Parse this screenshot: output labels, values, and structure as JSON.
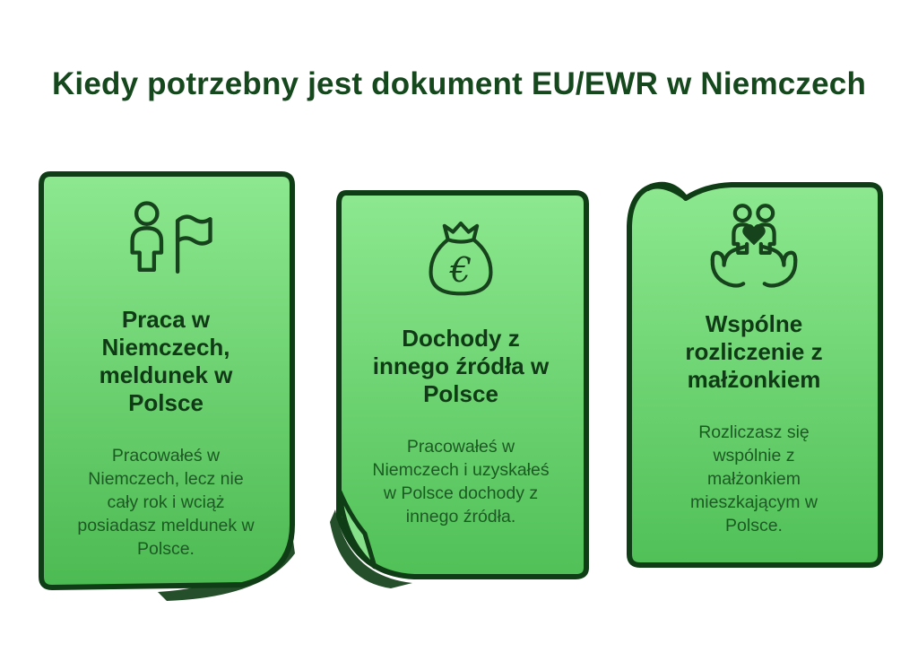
{
  "title": {
    "text": "Kiedy potrzebny jest dokument EU/EWR w Niemczech"
  },
  "colors": {
    "page_background": "#FFFFFF",
    "title_text": "#15481D",
    "card_border": "#0F3D15",
    "card_gradient_top": "#8DE88F",
    "card_gradient_bottom": "#50C057",
    "card_heading_text": "#0F3A15",
    "card_body_text": "#1C5A23"
  },
  "cards": [
    {
      "icon": "person-with-flag-icon",
      "fold": "bottom-right-curl",
      "heading": "Praca w Niemczech, meldunek w Polsce",
      "body": "Pracowałeś w Niemczech, lecz nie cały rok i wciąż posiadasz meldunek w Polsce."
    },
    {
      "icon": "money-bag-euro-icon",
      "fold": "bottom-left-curl",
      "heading": "Dochody z innego źródła w Polsce",
      "body": "Pracowałeś w Niemczech i uzyskałeś w Polsce dochody z innego źródła."
    },
    {
      "icon": "hands-holding-couple-heart-icon",
      "fold": "top-left-curl",
      "heading": "Wspólne rozliczenie z małżonkiem",
      "body": "Rozliczasz się wspólnie z małżonkiem mieszkającym w Polsce."
    }
  ],
  "icons": {
    "euro_glyph": "€"
  }
}
